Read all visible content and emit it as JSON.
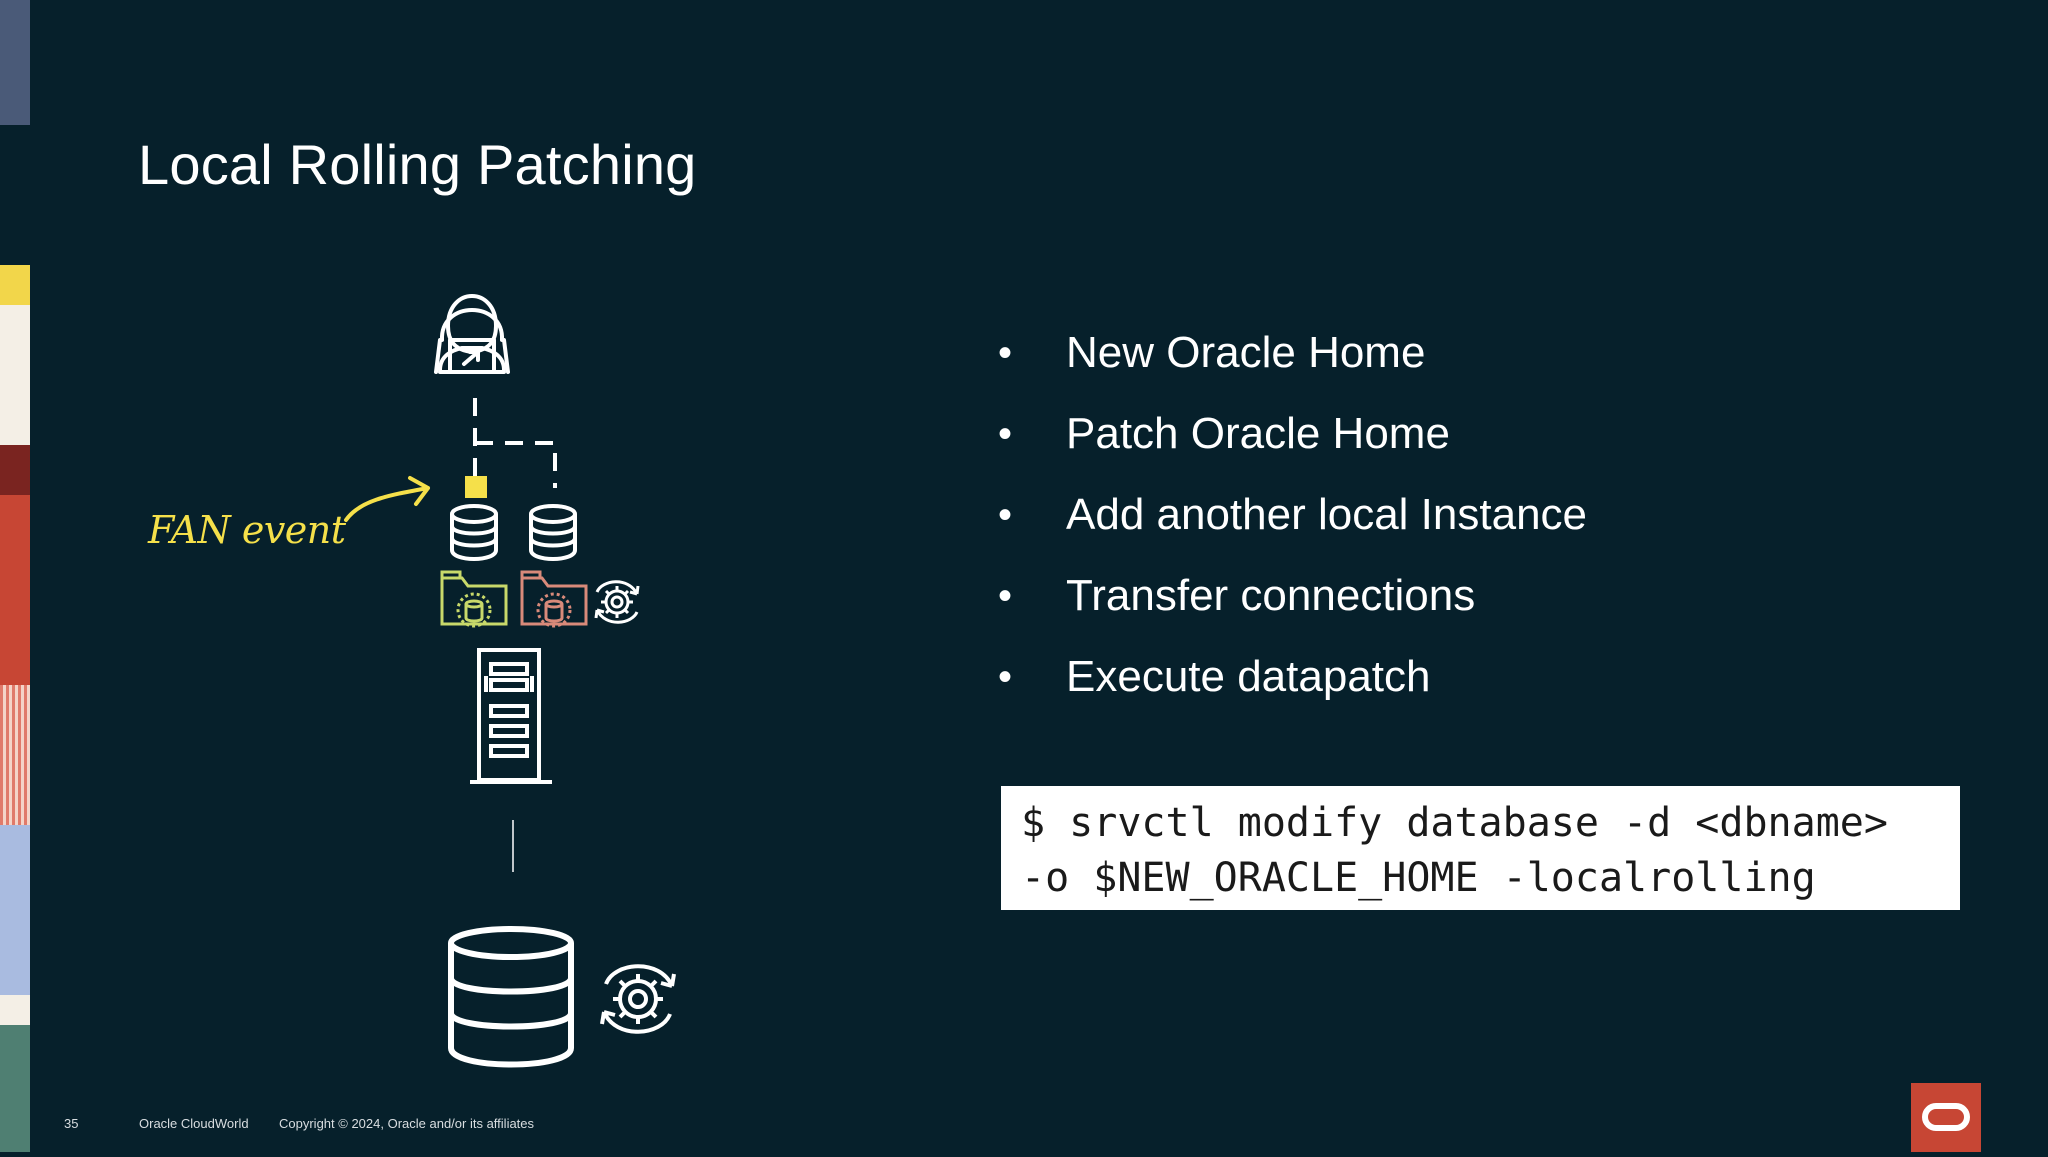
{
  "slide": {
    "title": "Local Rolling Patching",
    "diagram": {
      "annotation": "FAN event"
    },
    "bullets": [
      "New Oracle Home",
      "Patch Oracle Home",
      "Add another local Instance",
      "Transfer connections",
      "Execute datapatch"
    ],
    "code": {
      "line1": "$ srvctl modify database -d <dbname>",
      "line2": "-o $NEW_ORACLE_HOME -localrolling"
    },
    "footer": {
      "page_number": "35",
      "brand": "Oracle CloudWorld",
      "copyright": "Copyright © 2024, Oracle and/or its affiliates"
    },
    "colors": {
      "background": "#06202b",
      "accent_yellow": "#f5e04a",
      "oracle_red": "#c74634"
    },
    "icons": [
      "user-laptop-icon",
      "database-icon",
      "folder-database-icon",
      "gear-refresh-icon",
      "server-rack-icon",
      "oracle-logo-icon"
    ]
  }
}
